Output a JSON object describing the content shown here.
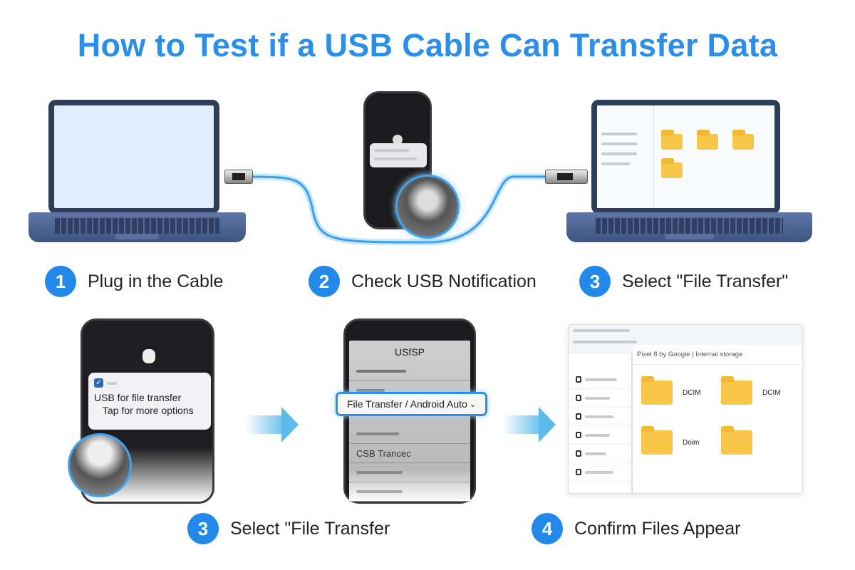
{
  "title": "How to Test if a USB Cable Can Transfer Data",
  "colors": {
    "accent": "#2b8fea",
    "step_badge": "#2288ea",
    "cable": "#4aa8f0",
    "folder": "#f8c748"
  },
  "steps_top": [
    {
      "number": "1",
      "label": "Plug in the Cable"
    },
    {
      "number": "2",
      "label": "Check USB Notification"
    },
    {
      "number": "3",
      "label": "Select \"File Transfer\""
    }
  ],
  "steps_bottom": [
    {
      "number": "3",
      "label": "Select \"File Transfer"
    },
    {
      "number": "4",
      "label": "Confirm Files Appear"
    }
  ],
  "notification": {
    "line1": "USB for file transfer",
    "line2": "Tap for more options"
  },
  "usb_menu": {
    "header": "USfSP",
    "selected": "File Transfer / Android Auto",
    "item_usb": "CSB Trancec"
  },
  "file_window": {
    "path": "Pixel 8 by Google | Internal storage",
    "folders": [
      "DCIM",
      "DCIM",
      "Doim",
      ""
    ]
  },
  "icons": [
    "usb-plug-icon",
    "check-icon",
    "chevron-down-icon",
    "folder-icon",
    "arrow-right-icon"
  ]
}
